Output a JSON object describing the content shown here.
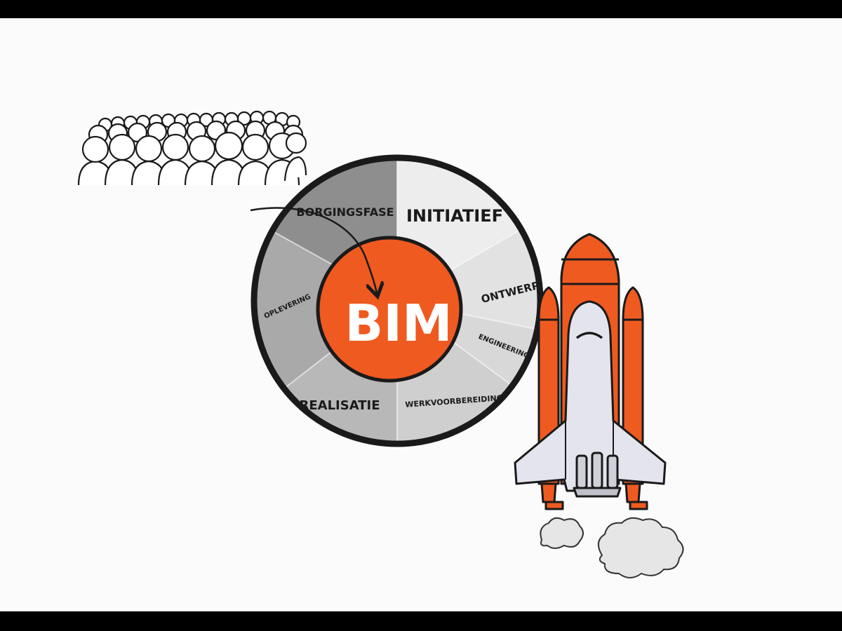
{
  "diagram": {
    "center_label": "BIM",
    "phases": [
      {
        "id": "borgingsfase",
        "label": "BORGINGSFASE"
      },
      {
        "id": "initiatief",
        "label": "INITIATIEF"
      },
      {
        "id": "ontwerp",
        "label": "ONTWERP"
      },
      {
        "id": "engineering",
        "label": "ENGINEERING"
      },
      {
        "id": "werkvoorbereiding",
        "label": "WERKVOORBEREIDING"
      },
      {
        "id": "realisatie",
        "label": "REALISATIE"
      },
      {
        "id": "oplevering",
        "label": "OPLEVERING"
      }
    ],
    "colors": {
      "accent": "#ef5a20",
      "outline": "#1a1a1a",
      "segment_dark": "#8e8e8e",
      "segment_mid": "#a9a9a9",
      "segment_light": "#dcdcdc",
      "segment_lightest": "#ededed"
    }
  },
  "illustrations": {
    "crowd": "crowd-of-people",
    "rocket": "space-shuttle-launch"
  }
}
